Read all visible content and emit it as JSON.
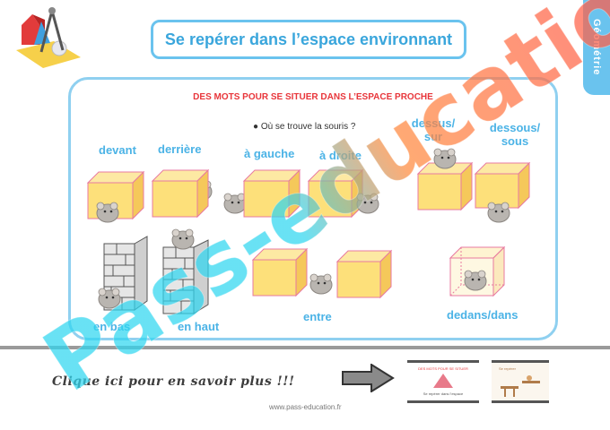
{
  "header": {
    "title": "Se repérer dans l’espace environnant",
    "side_tab": "Géométrie"
  },
  "panel": {
    "heading": "DES MOTS POUR SE SITUER DANS L’ESPACE PROCHE",
    "question": "●  Où se trouve la souris ?"
  },
  "words": {
    "devant": "devant",
    "derriere": "derrière",
    "a_gauche": "à gauche",
    "a_droite": "à droite",
    "dessus_1": "dessus/",
    "dessus_2": "sur",
    "dessous_1": "dessous/",
    "dessous_2": "sous",
    "en_bas": "en bas",
    "en_haut": "en haut",
    "entre": "entre",
    "dedans": "dedans/dans"
  },
  "footer": {
    "cta": "Clique ici pour en savoir plus !!!",
    "url": "www.pass-education.fr",
    "thumb1_title": "DES MOTS POUR SE SITUER",
    "thumb1_text": "Se repérer dans l’espace",
    "thumb2_text": "Se repérer"
  },
  "watermark": "Pass-education",
  "colors": {
    "accent_blue": "#6ac3ee",
    "cube_face": "#fde07a",
    "cube_edge": "#e87aa0",
    "heading_red": "#e8363b",
    "watermark_cyan": "#2fd6f0",
    "watermark_orange": "#ff8a3d",
    "watermark_red": "#ff4d4d"
  }
}
